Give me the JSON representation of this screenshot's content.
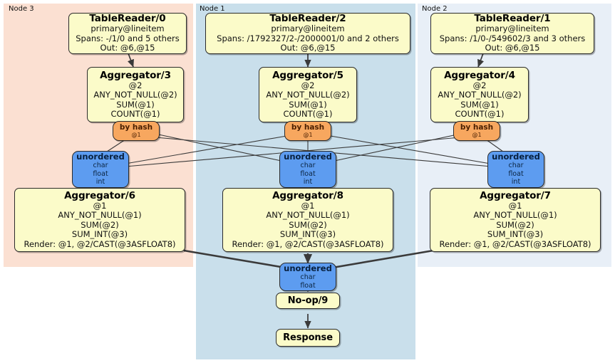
{
  "diagram": {
    "type": "distributed-query-execution-plan",
    "colors": {
      "node3_panel": "#fbe0d2",
      "node1_panel": "#c9dfeb",
      "node2_panel": "#e8eff7",
      "processor_box": "#fbfbc9",
      "router_box": "#5d9cf0",
      "hash_box": "#f7a75f",
      "edge": "#444444"
    }
  },
  "panels": [
    {
      "label": "Node 3",
      "color": "#fbe0d2"
    },
    {
      "label": "Node 1",
      "color": "#c9dfeb"
    },
    {
      "label": "Node 2",
      "color": "#e8eff7"
    }
  ],
  "processors": {
    "tablereader_0": {
      "title": "TableReader/0",
      "lines": [
        "primary@lineitem",
        "Spans: -/1/0 and 5 others",
        "Out: @6,@15"
      ]
    },
    "tablereader_2": {
      "title": "TableReader/2",
      "lines": [
        "primary@lineitem",
        "Spans: /1792327/2-/2000001/0 and 2 others",
        "Out: @6,@15"
      ]
    },
    "tablereader_1": {
      "title": "TableReader/1",
      "lines": [
        "primary@lineitem",
        "Spans: /1/0-/549602/3 and 3 others",
        "Out: @6,@15"
      ]
    },
    "aggregator_3": {
      "title": "Aggregator/3",
      "lines": [
        "@2",
        "ANY_NOT_NULL(@2)",
        "SUM(@1)",
        "COUNT(@1)"
      ]
    },
    "aggregator_5": {
      "title": "Aggregator/5",
      "lines": [
        "@2",
        "ANY_NOT_NULL(@2)",
        "SUM(@1)",
        "COUNT(@1)"
      ]
    },
    "aggregator_4": {
      "title": "Aggregator/4",
      "lines": [
        "@2",
        "ANY_NOT_NULL(@2)",
        "SUM(@1)",
        "COUNT(@1)"
      ]
    },
    "aggregator_6": {
      "title": "Aggregator/6",
      "lines": [
        "@1",
        "ANY_NOT_NULL(@1)",
        "SUM(@2)",
        "SUM_INT(@3)",
        "Render: @1, @2/CAST(@3ASFLOAT8)"
      ]
    },
    "aggregator_8": {
      "title": "Aggregator/8",
      "lines": [
        "@1",
        "ANY_NOT_NULL(@1)",
        "SUM(@2)",
        "SUM_INT(@3)",
        "Render: @1, @2/CAST(@3ASFLOAT8)"
      ]
    },
    "aggregator_7": {
      "title": "Aggregator/7",
      "lines": [
        "@1",
        "ANY_NOT_NULL(@1)",
        "SUM(@2)",
        "SUM_INT(@3)",
        "Render: @1, @2/CAST(@3ASFLOAT8)"
      ]
    },
    "noop_9": {
      "title": "No-op/9",
      "lines": []
    },
    "response": {
      "title": "Response",
      "lines": []
    }
  },
  "routers": {
    "hash_left": {
      "title": "by hash",
      "lines": [
        "@1"
      ]
    },
    "hash_center": {
      "title": "by hash",
      "lines": [
        "@1"
      ]
    },
    "hash_right": {
      "title": "by hash",
      "lines": [
        "@1"
      ]
    },
    "unordered_left": {
      "title": "unordered",
      "lines": [
        "char",
        "float",
        "int"
      ]
    },
    "unordered_center": {
      "title": "unordered",
      "lines": [
        "char",
        "float",
        "int"
      ]
    },
    "unordered_right": {
      "title": "unordered",
      "lines": [
        "char",
        "float",
        "int"
      ]
    },
    "unordered_final": {
      "title": "unordered",
      "lines": [
        "char",
        "float"
      ]
    }
  }
}
